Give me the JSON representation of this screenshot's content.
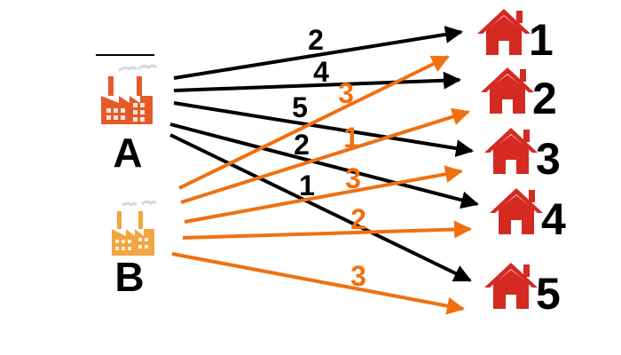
{
  "sources": [
    {
      "id": "A",
      "label": "A",
      "color": "#e65a28",
      "icon": "factory-icon"
    },
    {
      "id": "B",
      "label": "B",
      "color": "#f2a540",
      "icon": "factory-icon"
    }
  ],
  "destinations": [
    {
      "id": "1",
      "label": "1",
      "icon": "house-icon"
    },
    {
      "id": "2",
      "label": "2",
      "icon": "house-icon"
    },
    {
      "id": "3",
      "label": "3",
      "icon": "house-icon"
    },
    {
      "id": "4",
      "label": "4",
      "icon": "house-icon"
    },
    {
      "id": "5",
      "label": "5",
      "icon": "house-icon"
    }
  ],
  "routes": [
    {
      "from": "A",
      "to": "1",
      "cost": "2"
    },
    {
      "from": "A",
      "to": "2",
      "cost": "4"
    },
    {
      "from": "A",
      "to": "3",
      "cost": "5"
    },
    {
      "from": "A",
      "to": "4",
      "cost": "2"
    },
    {
      "from": "A",
      "to": "5",
      "cost": "1"
    },
    {
      "from": "B",
      "to": "1",
      "cost": "3"
    },
    {
      "from": "B",
      "to": "2",
      "cost": "1"
    },
    {
      "from": "B",
      "to": "3",
      "cost": "3"
    },
    {
      "from": "B",
      "to": "4",
      "cost": "2"
    },
    {
      "from": "B",
      "to": "5",
      "cost": "3"
    }
  ],
  "colors": {
    "route_a": "#000000",
    "route_b": "#f07010",
    "house": "#d42a22",
    "label": "#000000"
  }
}
